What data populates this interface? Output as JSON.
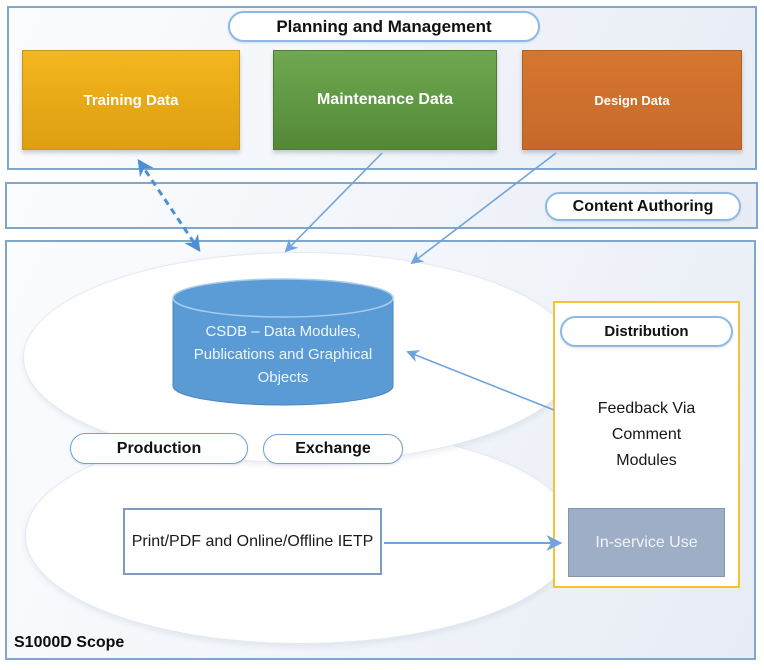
{
  "diagram": {
    "planning": {
      "title": "Planning and Management"
    },
    "top_boxes": [
      {
        "label": "Training Data",
        "color": "#E9AC17"
      },
      {
        "label": "Maintenance Data",
        "color": "#61A144"
      },
      {
        "label": "Design Data",
        "color": "#CE6F2D"
      }
    ],
    "content_authoring": {
      "title": "Content Authoring"
    },
    "scope": {
      "label": "S1000D Scope",
      "csdb": {
        "lines": [
          "CSDB – Data Modules,",
          "Publications and Graphical",
          "Objects"
        ],
        "color": "#5B9BD5"
      },
      "production_label": "Production",
      "exchange_label": "Exchange",
      "print_box_label": "Print/PDF and Online/Offline IETP",
      "distribution": {
        "title": "Distribution",
        "feedback_lines": [
          "Feedback Via",
          "Comment",
          "Modules"
        ],
        "in_service_label": "In-service Use",
        "border_color": "#F7C231",
        "in_service_color": "#9FAEC7"
      }
    },
    "colors": {
      "band_border": "#7FA6CC",
      "pill_border": "#8FB9E4",
      "arrow_blue": "#6FA3DC",
      "dashed_arrow_blue": "#4E8FD2"
    }
  }
}
